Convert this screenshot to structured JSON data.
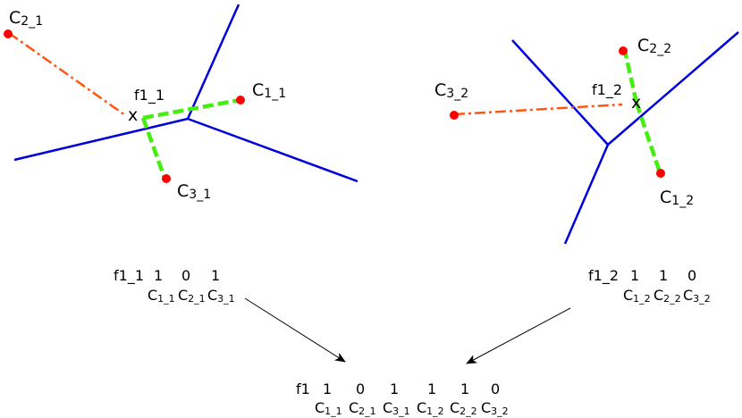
{
  "colors": {
    "voronoi": "#0000dd",
    "point": "#ff0000",
    "near": "#44ee11",
    "far": "#ff5511",
    "text": "#000000",
    "arrow": "#000000"
  },
  "left_panel": {
    "feature_marker": "x",
    "feature_label": "f1_1",
    "centroids": [
      {
        "C": "C",
        "sub": "1_1"
      },
      {
        "C": "C",
        "sub": "2_1"
      },
      {
        "C": "C",
        "sub": "3_1"
      }
    ]
  },
  "right_panel": {
    "feature_marker": "x",
    "feature_label": "f1_2",
    "centroids": [
      {
        "C": "C",
        "sub": "1_2"
      },
      {
        "C": "C",
        "sub": "2_2"
      },
      {
        "C": "C",
        "sub": "3_2"
      }
    ]
  },
  "left_code": {
    "label": "f1_1",
    "bits": [
      "1",
      "0",
      "1"
    ],
    "cols": [
      {
        "C": "C",
        "sub": "1_1"
      },
      {
        "C": "C",
        "sub": "2_1"
      },
      {
        "C": "C",
        "sub": "3_1"
      }
    ]
  },
  "right_code": {
    "label": "f1_2",
    "bits": [
      "1",
      "1",
      "0"
    ],
    "cols": [
      {
        "C": "C",
        "sub": "1_2"
      },
      {
        "C": "C",
        "sub": "2_2"
      },
      {
        "C": "C",
        "sub": "3_2"
      }
    ]
  },
  "combined_code": {
    "label": "f1",
    "bits": [
      "1",
      "0",
      "1",
      "1",
      "1",
      "0"
    ],
    "cols": [
      {
        "C": "C",
        "sub": "1_1"
      },
      {
        "C": "C",
        "sub": "2_1"
      },
      {
        "C": "C",
        "sub": "3_1"
      },
      {
        "C": "C",
        "sub": "1_2"
      },
      {
        "C": "C",
        "sub": "2_2"
      },
      {
        "C": "C",
        "sub": "3_2"
      }
    ]
  }
}
